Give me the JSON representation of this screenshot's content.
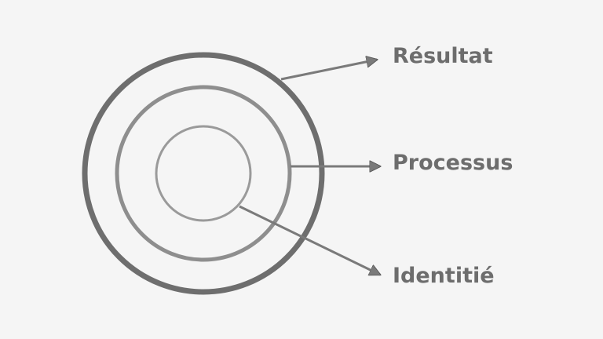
{
  "labels": {
    "outer": "Résultat",
    "middle": "Processus",
    "inner": "Identitié"
  },
  "colors": {
    "background": "#f5f5f5",
    "outer_ring": "#6e6e6e",
    "middle_ring": "#8e8e8e",
    "inner_ring": "#9a9a9a",
    "arrow": "#7a7a7a",
    "text": "#6d6d6d"
  }
}
